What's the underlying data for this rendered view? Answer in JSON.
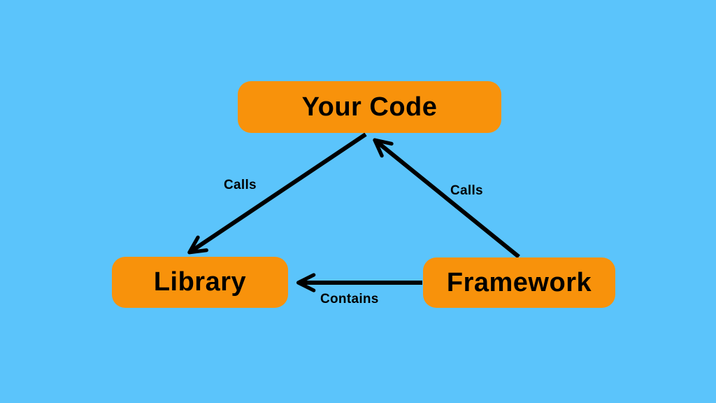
{
  "diagram": {
    "type": "dependency-inversion-diagram",
    "background_color": "#5BC4FB",
    "node_color": "#F8920B",
    "arrow_color": "#000000",
    "nodes": {
      "your_code": {
        "label": "Your Code"
      },
      "library": {
        "label": "Library"
      },
      "framework": {
        "label": "Framework"
      }
    },
    "edges": {
      "your_code_to_library": {
        "label": "Calls",
        "from": "Your Code",
        "to": "Library"
      },
      "framework_to_your_code": {
        "label": "Calls",
        "from": "Framework",
        "to": "Your Code"
      },
      "framework_to_library": {
        "label": "Contains",
        "from": "Framework",
        "to": "Library"
      }
    }
  }
}
